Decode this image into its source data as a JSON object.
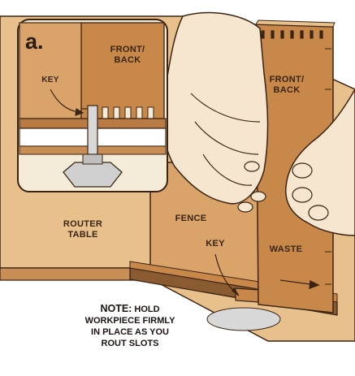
{
  "detail": {
    "badge": "a.",
    "front_back": [
      "FRONT/",
      "BACK"
    ],
    "key": "KEY"
  },
  "main": {
    "front_back": [
      "FRONT/",
      "BACK"
    ],
    "fence": "FENCE",
    "key": "KEY",
    "waste": "WASTE",
    "router_table": [
      "ROUTER",
      "TABLE"
    ]
  },
  "note": {
    "heading": "NOTE:",
    "line1_rest": "HOLD",
    "line2": "WORKPIECE FIRMLY",
    "line3": "IN PLACE AS YOU",
    "line4": "ROUT SLOTS"
  },
  "colors": {
    "wood": "#d9a36a",
    "wood_dark": "#b97a44",
    "board": "#c8884a",
    "skin": "#f6e6cf",
    "outline": "#3b2414",
    "inset_bg": "#f4ecd9",
    "table_top": "#e8c08c"
  }
}
